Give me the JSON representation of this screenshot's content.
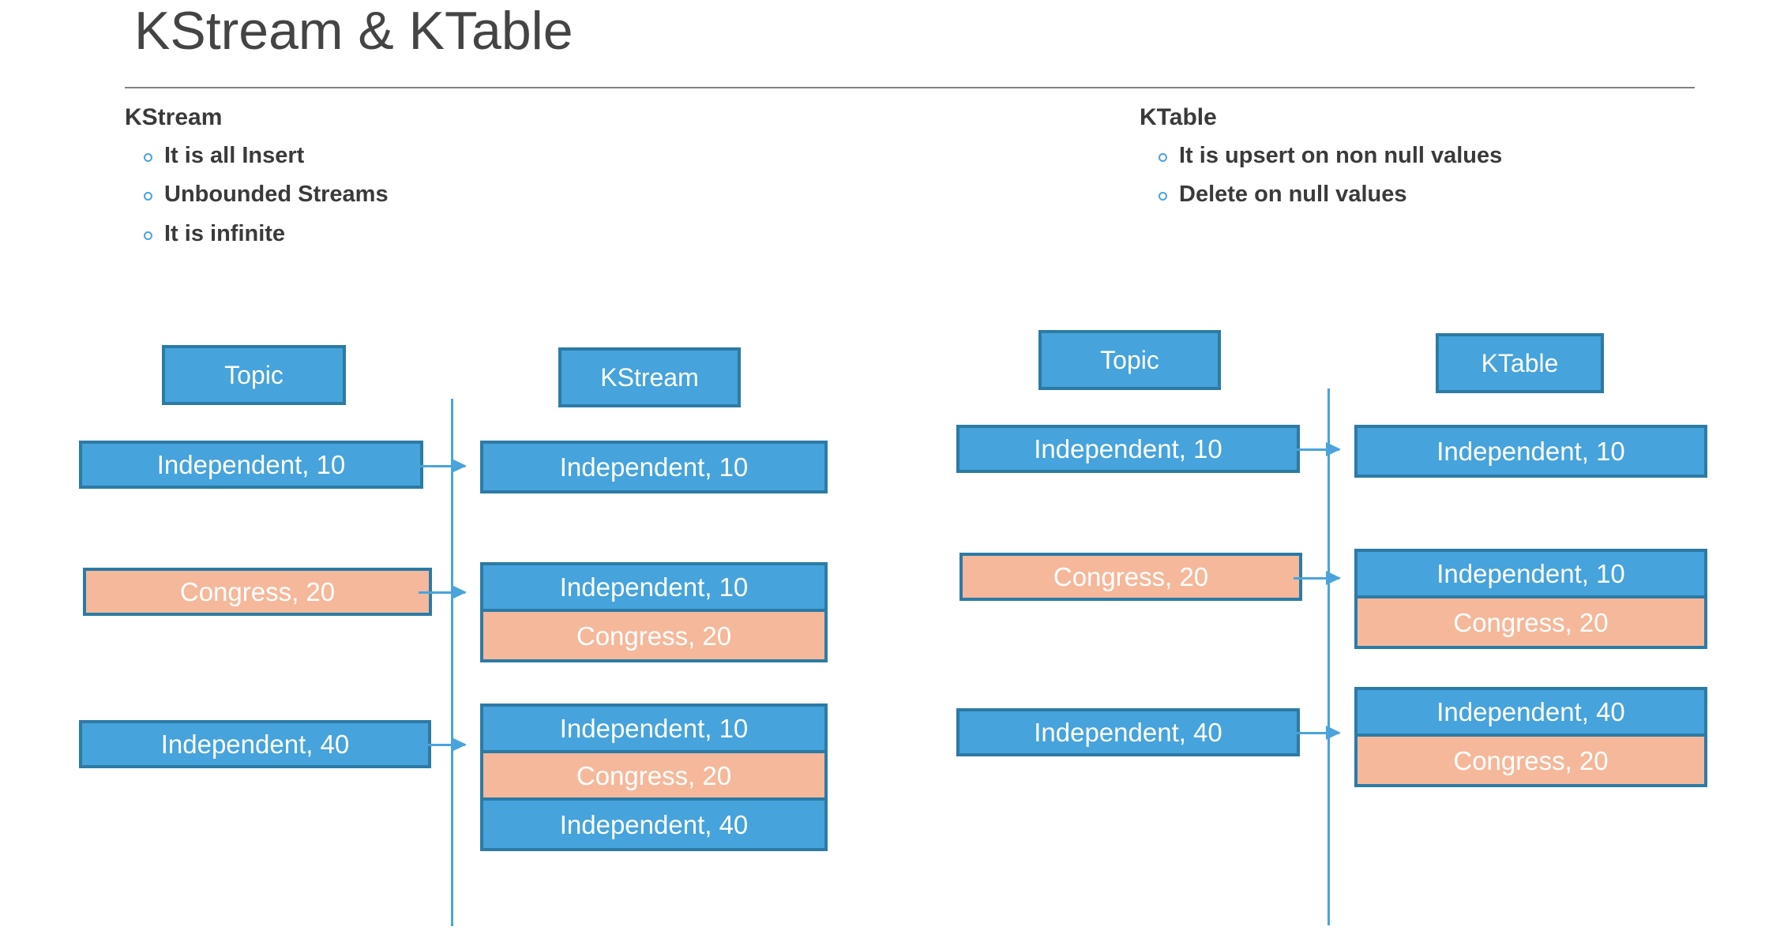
{
  "slide": {
    "title": "KStream & KTable"
  },
  "left": {
    "heading": "KStream",
    "bullets": [
      "It is all Insert",
      "Unbounded Streams",
      "It is infinite"
    ],
    "topic_label": "Topic",
    "target_label": "KStream",
    "topic_rows": [
      {
        "text": "Independent, 10",
        "color": "blue"
      },
      {
        "text": "Congress, 20",
        "color": "salmon"
      },
      {
        "text": "Independent, 40",
        "color": "blue"
      }
    ],
    "stacks": [
      {
        "rows": [
          {
            "text": "Independent, 10",
            "color": "blue"
          }
        ]
      },
      {
        "rows": [
          {
            "text": "Independent, 10",
            "color": "blue"
          },
          {
            "text": "Congress, 20",
            "color": "salmon"
          }
        ]
      },
      {
        "rows": [
          {
            "text": "Independent, 10",
            "color": "blue"
          },
          {
            "text": "Congress, 20",
            "color": "salmon"
          },
          {
            "text": "Independent, 40",
            "color": "blue"
          }
        ]
      }
    ]
  },
  "right": {
    "heading": "KTable",
    "bullets": [
      "It is upsert on non null values",
      "Delete on null values"
    ],
    "topic_label": "Topic",
    "target_label": "KTable",
    "topic_rows": [
      {
        "text": "Independent, 10",
        "color": "blue"
      },
      {
        "text": "Congress, 20",
        "color": "salmon"
      },
      {
        "text": "Independent, 40",
        "color": "blue"
      }
    ],
    "stacks": [
      {
        "rows": [
          {
            "text": "Independent, 10",
            "color": "blue"
          }
        ]
      },
      {
        "rows": [
          {
            "text": "Independent, 10",
            "color": "blue"
          },
          {
            "text": "Congress, 20",
            "color": "salmon"
          }
        ]
      },
      {
        "rows": [
          {
            "text": "Independent, 40",
            "color": "blue"
          },
          {
            "text": "Congress, 20",
            "color": "salmon"
          }
        ]
      }
    ]
  },
  "colors": {
    "blue_fill": "#46a3db",
    "salmon_fill": "#f5b89b",
    "box_border": "#2c7ba5",
    "connector": "#4aa3dc",
    "title_text": "#444444",
    "body_text": "#3a3a3a",
    "rule": "#808080"
  }
}
